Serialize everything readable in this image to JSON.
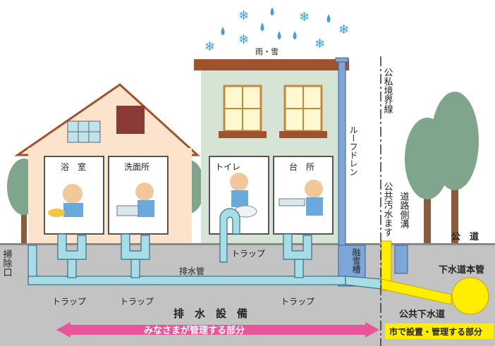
{
  "labels": {
    "rain_snow": "雨・雪",
    "bath": "浴　室",
    "washroom": "洗面所",
    "toilet": "トイレ",
    "kitchen": "台　所",
    "roof_drain": "ルーフドレン",
    "boundary": "公私境界線",
    "public_sewer_box": "公共汚水ます",
    "roadside_ditch": "道路側溝",
    "public_road": "公　道",
    "cleanout": "掃除口",
    "trap_toilet": "トラップ",
    "drain_pipe": "排水管",
    "trap_1": "トラップ",
    "trap_2": "トラップ",
    "trap_3": "トラップ",
    "snow_tank": "融雪槽",
    "main_sewer": "下水道本管",
    "public_sewerage": "公共下水道",
    "drainage_facility": "排　水　設　備",
    "resident_part": "みなさまが管理する部分",
    "city_part": "市で設置・管理する部分"
  },
  "colors": {
    "ground": "#bfbfbf",
    "pipe": "#a6dde6",
    "pipe_outline": "#3a6f86",
    "city_pipe": "#ffee00",
    "pink_arrow": "#e95598",
    "roof_drain": "#7fa6d8",
    "house_left": "#fbe3cc",
    "house_right": "#d6e4d6"
  }
}
